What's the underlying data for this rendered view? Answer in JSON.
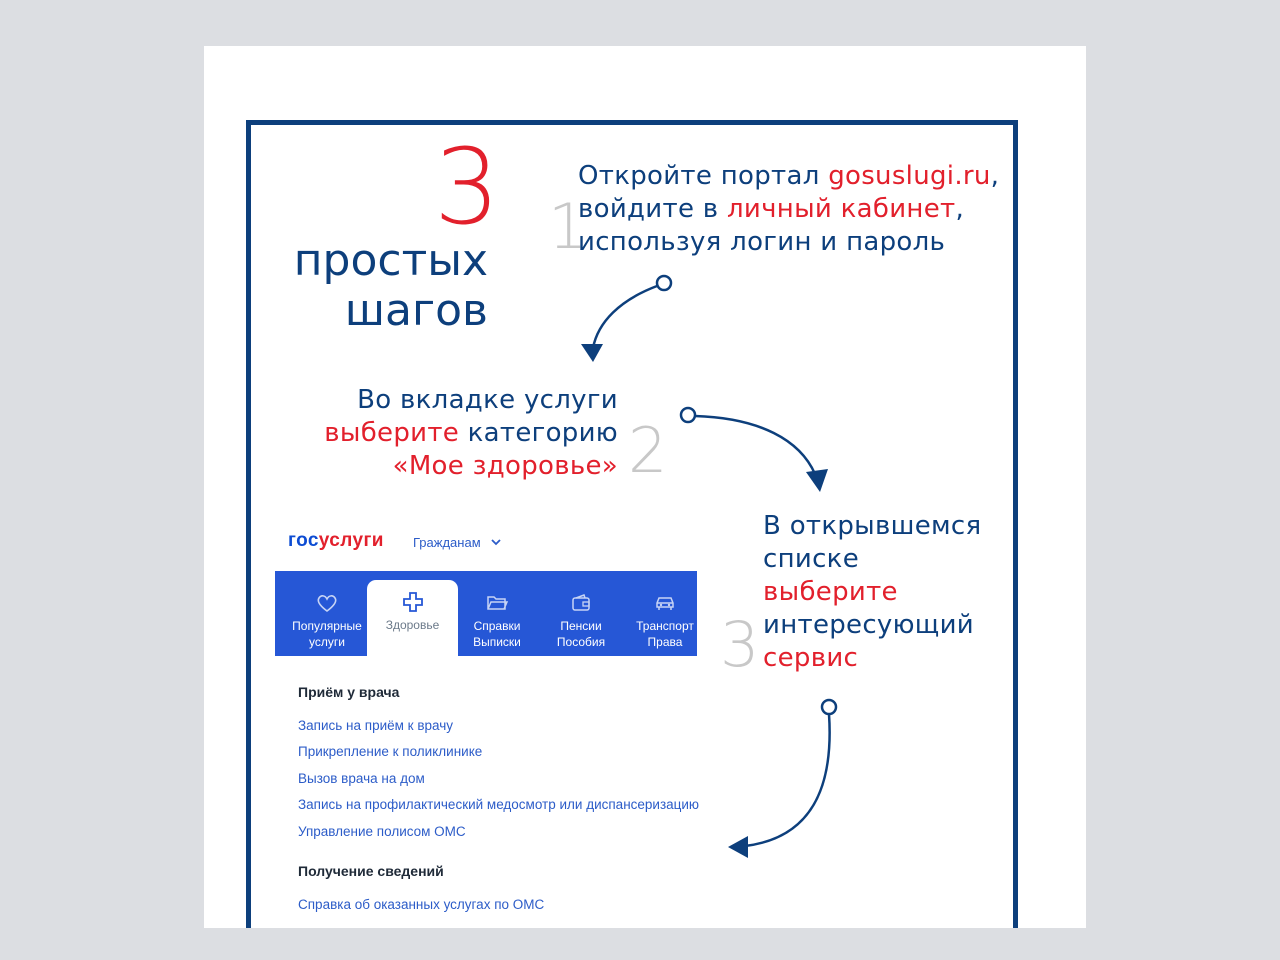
{
  "title": {
    "number": "3",
    "line1": "простых",
    "line2": "шагов"
  },
  "step1": {
    "num": "1",
    "l1a": "Откройте портал ",
    "l1b": "gosuslugi.ru",
    "l1c": ",",
    "l2a": "войдите в ",
    "l2b": "личный кабинет",
    "l2c": ",",
    "l3": "используя логин и пароль"
  },
  "step2": {
    "num": "2",
    "l1": "Во вкладке услуги",
    "l2a": "выберите",
    "l2b": " категорию",
    "l3": "«Мое здоровье»"
  },
  "step3": {
    "num": "3",
    "l1": "В открывшемся",
    "l2": "списке",
    "l3": "выберите",
    "l4": "интересующий",
    "l5": "сервис"
  },
  "portal": {
    "logo_a": "гос",
    "logo_b": "услуги",
    "audience": "Гражданам",
    "tabs": [
      {
        "line1": "Популярные",
        "line2": "услуги",
        "icon": "heart-icon"
      },
      {
        "line1": "Здоровье",
        "line2": "",
        "icon": "medical-cross-icon"
      },
      {
        "line1": "Справки",
        "line2": "Выписки",
        "icon": "folder-icon"
      },
      {
        "line1": "Пенсии",
        "line2": "Пособия",
        "icon": "wallet-icon"
      },
      {
        "line1": "Транспорт",
        "line2": "Права",
        "icon": "car-icon"
      }
    ],
    "section1": "Приём у врача",
    "links1": [
      "Запись на приём к врачу",
      "Прикрепление к поликлинике",
      "Вызов врача на дом",
      "Запись на профилактический медосмотр или диспансеризацию",
      "Управление полисом ОМС"
    ],
    "section2": "Получение сведений",
    "links2": [
      "Справка об оказанных услугах по ОМС"
    ]
  },
  "colors": {
    "blue": "#0d3f7c",
    "red": "#e2202c",
    "portal_blue": "#2657d6",
    "link": "#2c5cc8"
  }
}
